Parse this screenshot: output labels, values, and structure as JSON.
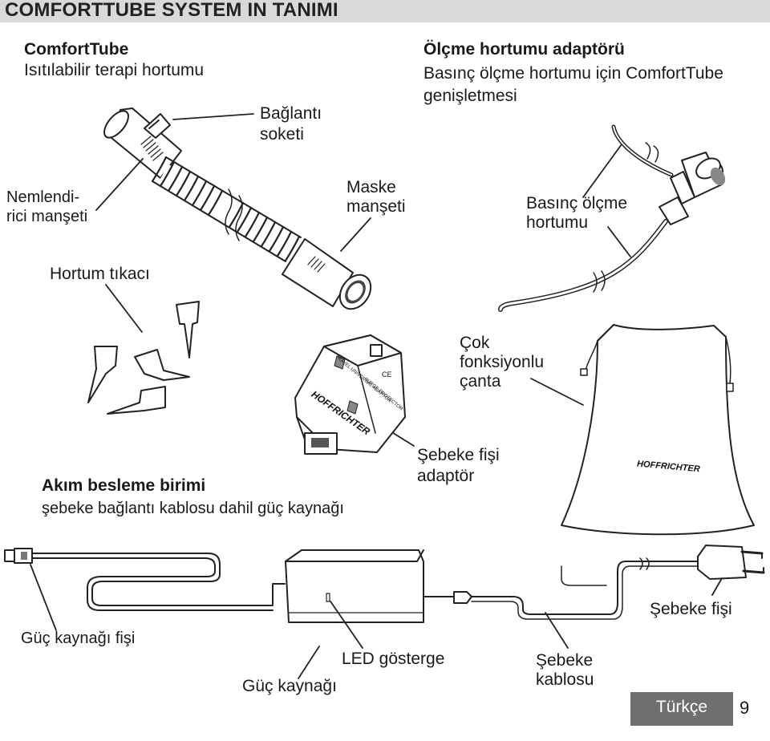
{
  "header": {
    "title": "COMFORTTUBE SYSTEM IN TANIMI"
  },
  "labels": {
    "comforttube_title": "ComfortTube",
    "comforttube_desc": "Isıtılabilir terapi hortumu",
    "baglanti_1": "Bağlantı",
    "baglanti_2": "soketi",
    "olcme_title": "Ölçme hortumu adaptörü",
    "olcme_desc_1": "Basınç ölçme hortumu için ComfortTube",
    "olcme_desc_2": "genişletmesi",
    "nemlendirici_1": "Nemlendi-",
    "nemlendirici_2": "rici manşeti",
    "maske_1": "Maske",
    "maske_2": "manşeti",
    "basinc_1": "Basınç ölçme",
    "basinc_2": "hortumu",
    "hortum_tikaci": "Hortum tıkacı",
    "canta_1": "Çok",
    "canta_2": "fonksiyonlu",
    "canta_3": "çanta",
    "sebeke_adaptor_1": "Şebeke fişi",
    "sebeke_adaptor_2": "adaptör",
    "akim_title": "Akım besleme birimi",
    "akim_desc": "şebeke bağlantı kablosu dahil güç kaynağı",
    "guc_fisi": "Güç kaynağı fişi",
    "led": "LED gösterge",
    "guc_kaynagi": "Güç kaynağı",
    "sebeke_kablosu_1": "Şebeke",
    "sebeke_kablosu_2": "kablosu",
    "sebeke_fisi": "Şebeke fişi"
  },
  "adapter_print": {
    "brand": "HOFFRICHTER",
    "left": "TRAVEL UNIVERSAL ADAPTOR",
    "right": "SURGE PROTECTOR",
    "ce": "CE"
  },
  "bag_print": {
    "brand": "HOFFRICHTER"
  },
  "footer": {
    "language": "Türkçe",
    "page": "9"
  }
}
